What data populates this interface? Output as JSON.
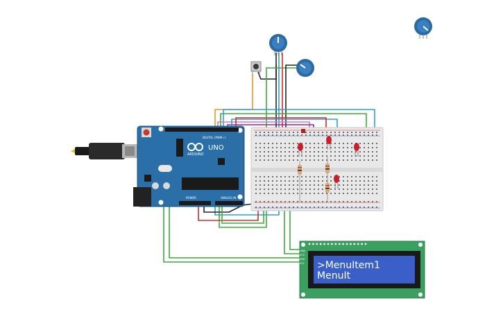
{
  "arduino": {
    "brand": "UNO",
    "logo_text": "ARDUINO",
    "header_digital": "DIGITAL (PWM~)",
    "header_power": "POWER",
    "header_analog": "ANALOG IN",
    "board_color": "#2a6fa8"
  },
  "lcd": {
    "line1": ">MenuItem1",
    "line2": " MenuIt",
    "pin_labels": [
      "GND",
      "VCC",
      "SDA",
      "SCL"
    ],
    "screen_color": "#3a5fc8"
  },
  "colors": {
    "wire_green": "#3cab3c",
    "wire_blue": "#2aa0d8",
    "wire_red": "#d8282a",
    "wire_orange": "#f0922a",
    "wire_purple": "#8a2aa8",
    "wire_pink": "#e070c0",
    "wire_black": "#222222",
    "led_red": "#c8202a",
    "pot_blue": "#2a6aa0"
  }
}
